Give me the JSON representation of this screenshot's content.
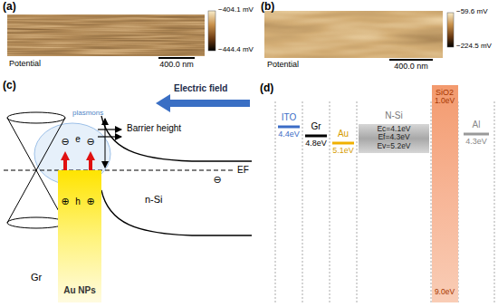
{
  "diagram": {
    "nodes": [
      {
        "text": [
          "Au NPs"
        ]
      },
      {
        "text": [
          "N-Si",
          "Ec=4.1eV",
          "Ef=4.3eV",
          "Ev=5.2eV"
        ]
      },
      {
        "text": [
          "SiO2",
          "1.0eV",
          "9.0eV"
        ]
      }
    ],
    "labels": [
      "(a)",
      "−404.1 mV",
      "−444.4 mV",
      "Potential",
      "400.0 nm",
      "(b)",
      "−59.6 mV",
      "−224.5 mV",
      "Potential",
      "400.0 nm",
      "(c)",
      "Electric field",
      "plasmons",
      "⊖",
      "e",
      "⊖",
      "⊕",
      "h",
      "⊕",
      "Barrier height",
      "⊖",
      "EF",
      "Gr",
      "n-Si",
      "(d)",
      "ITO",
      "4.4eV",
      "Gr",
      "4.8eV",
      "Au",
      "5.1eV",
      "Al",
      "4.3eV"
    ]
  }
}
